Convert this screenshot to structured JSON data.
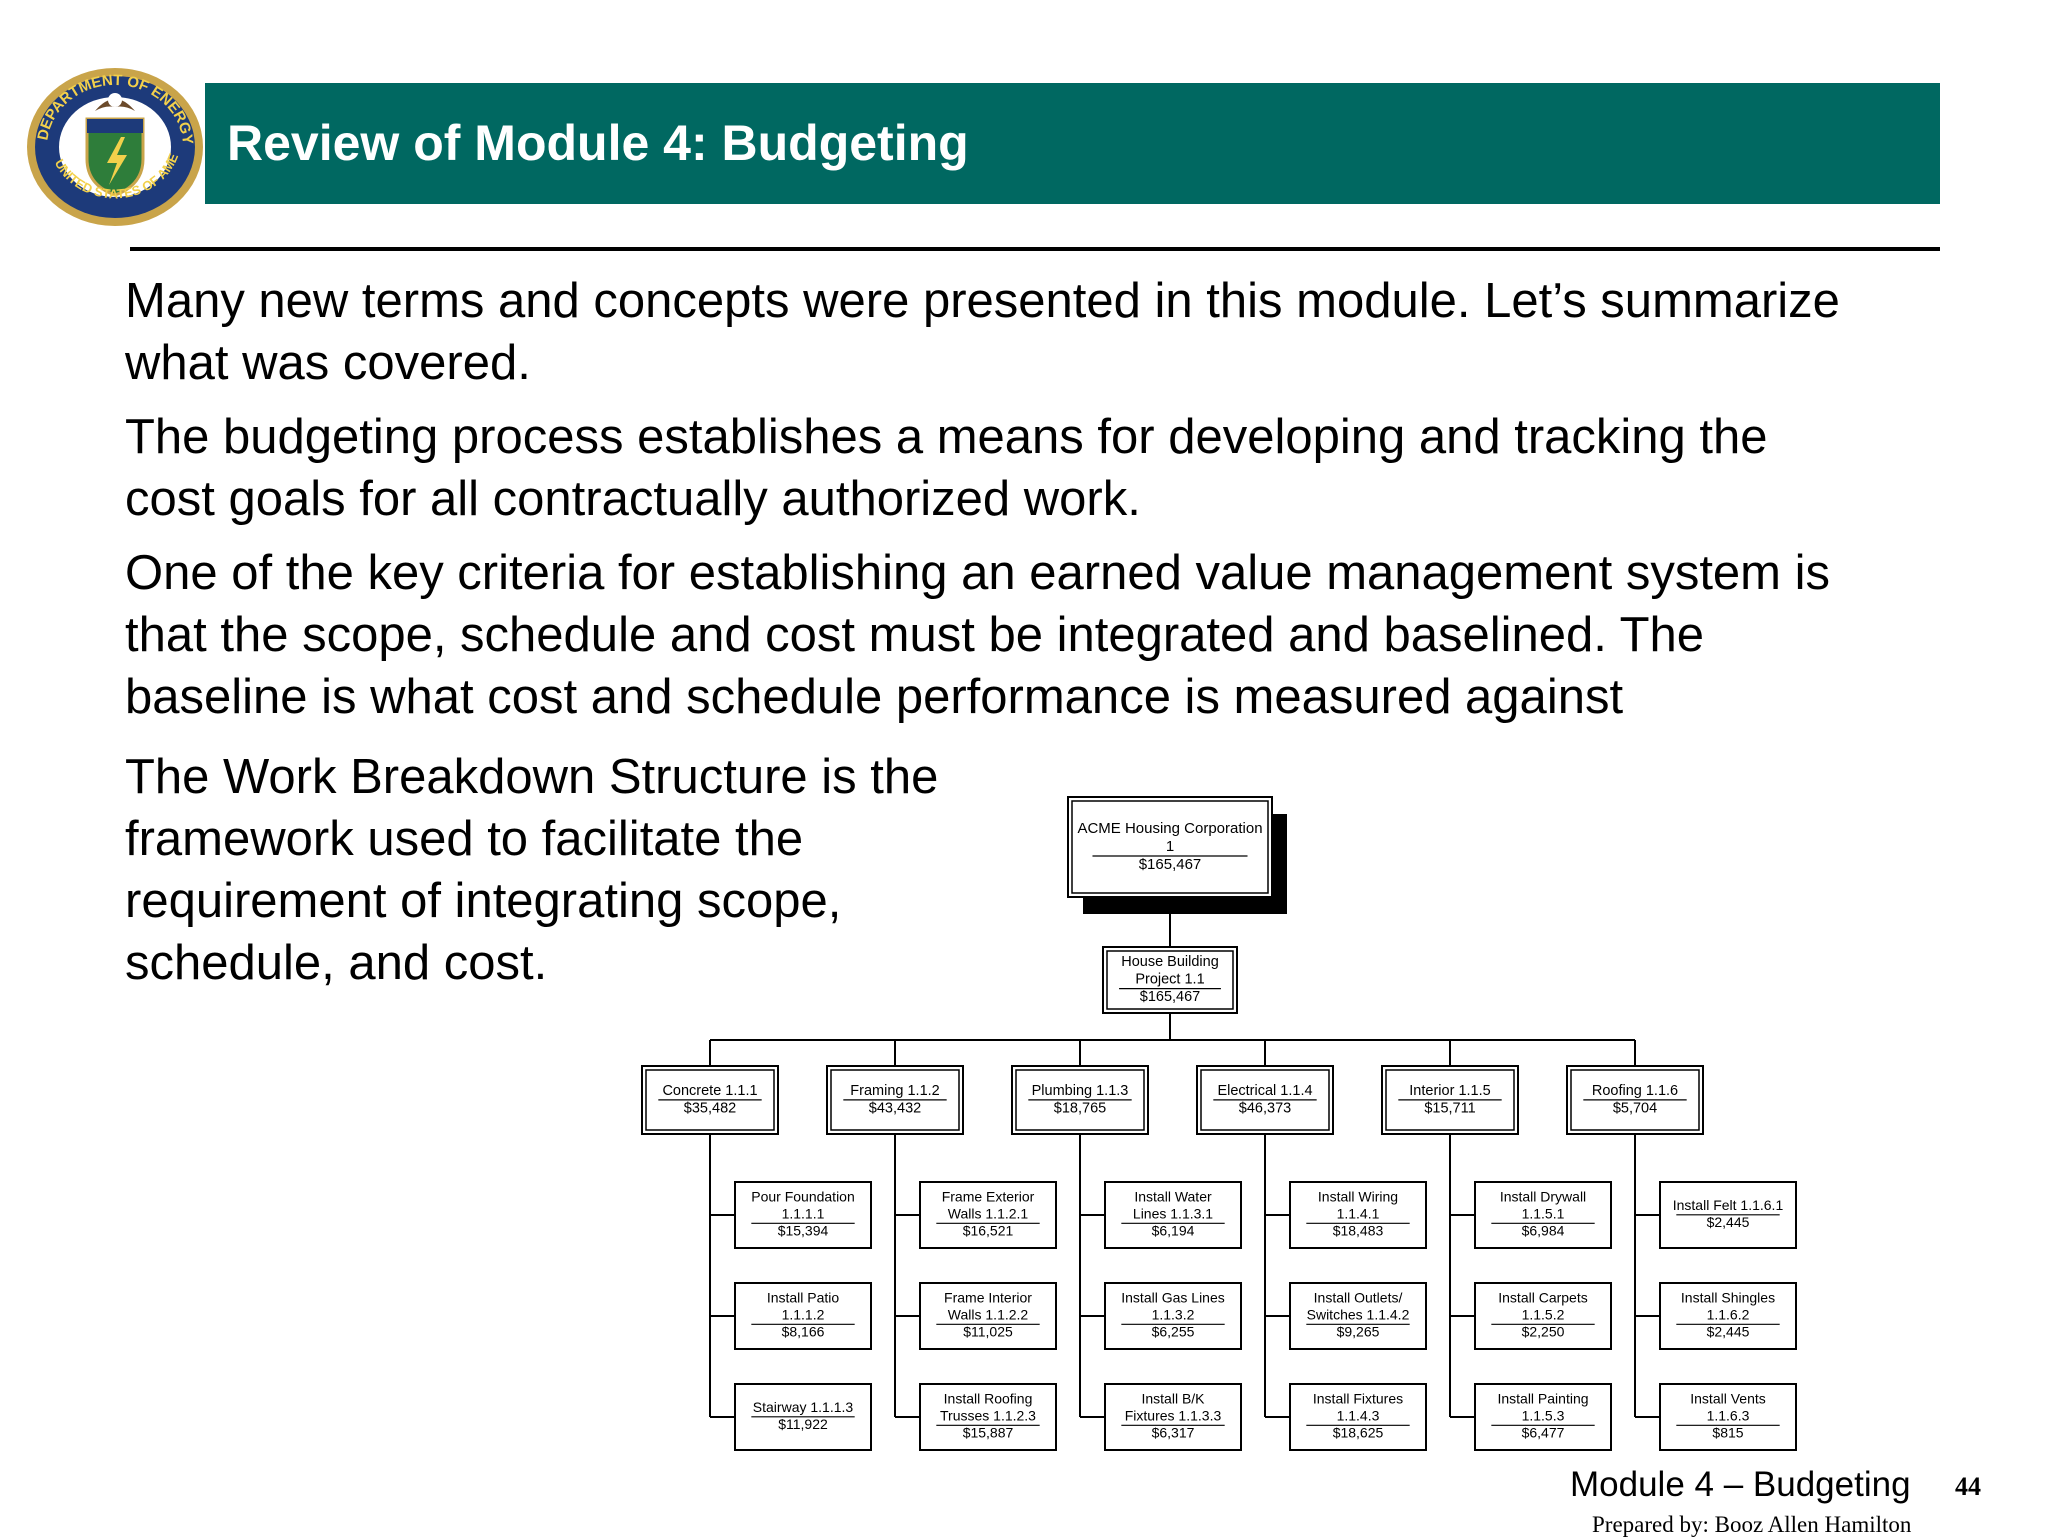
{
  "header": {
    "title": "Review of Module 4: Budgeting",
    "seal_text": "DEPARTMENT OF ENERGY · UNITED STATES OF AMERICA",
    "bar_color": "#006861"
  },
  "paragraphs": [
    {
      "lines": [
        "Many new terms and concepts were presented in this module.  Let’s summarize",
        "what was covered."
      ]
    },
    {
      "lines": [
        "The budgeting process establishes a means for developing and tracking the",
        "cost goals for all contractually authorized work."
      ]
    },
    {
      "lines": [
        "One of the key criteria for establishing an earned value management system is",
        "that the scope, schedule and cost must be integrated and baselined.  The",
        "baseline is what cost and schedule performance is measured against"
      ]
    }
  ],
  "wbs_text": [
    "The Work Breakdown Structure is the",
    "framework used to facilitate the",
    "requirement of integrating scope,",
    "schedule, and cost."
  ],
  "org_chart": {
    "root": {
      "lines": [
        "ACME Housing Corporation",
        "1"
      ],
      "cost": "$165,467"
    },
    "project": {
      "lines": [
        "House Building",
        "Project 1.1"
      ],
      "cost": "$165,467"
    },
    "categories": [
      {
        "label": "Concrete 1.1.1",
        "cost": "$35,482",
        "tasks": [
          {
            "lines": [
              "Pour Foundation",
              "1.1.1.1"
            ],
            "cost": "$15,394"
          },
          {
            "lines": [
              "Install Patio",
              "1.1.1.2"
            ],
            "cost": "$8,166"
          },
          {
            "lines": [
              "Stairway 1.1.1.3"
            ],
            "cost": "$11,922"
          }
        ]
      },
      {
        "label": "Framing 1.1.2",
        "cost": "$43,432",
        "tasks": [
          {
            "lines": [
              "Frame Exterior",
              "Walls 1.1.2.1"
            ],
            "cost": "$16,521"
          },
          {
            "lines": [
              "Frame Interior",
              "Walls 1.1.2.2"
            ],
            "cost": "$11,025"
          },
          {
            "lines": [
              "Install Roofing",
              "Trusses 1.1.2.3"
            ],
            "cost": "$15,887"
          }
        ]
      },
      {
        "label": "Plumbing 1.1.3",
        "cost": "$18,765",
        "tasks": [
          {
            "lines": [
              "Install Water",
              "Lines 1.1.3.1"
            ],
            "cost": "$6,194"
          },
          {
            "lines": [
              "Install Gas Lines",
              "1.1.3.2"
            ],
            "cost": "$6,255"
          },
          {
            "lines": [
              "Install B/K",
              "Fixtures 1.1.3.3"
            ],
            "cost": "$6,317"
          }
        ]
      },
      {
        "label": "Electrical 1.1.4",
        "cost": "$46,373",
        "tasks": [
          {
            "lines": [
              "Install Wiring",
              "1.1.4.1"
            ],
            "cost": "$18,483"
          },
          {
            "lines": [
              "Install Outlets/",
              "Switches 1.1.4.2"
            ],
            "cost": "$9,265"
          },
          {
            "lines": [
              "Install Fixtures",
              "1.1.4.3"
            ],
            "cost": "$18,625"
          }
        ]
      },
      {
        "label": "Interior 1.1.5",
        "cost": "$15,711",
        "tasks": [
          {
            "lines": [
              "Install Drywall",
              "1.1.5.1"
            ],
            "cost": "$6,984"
          },
          {
            "lines": [
              "Install Carpets",
              "1.1.5.2"
            ],
            "cost": "$2,250"
          },
          {
            "lines": [
              "Install Painting",
              "1.1.5.3"
            ],
            "cost": "$6,477"
          }
        ]
      },
      {
        "label": "Roofing 1.1.6",
        "cost": "$5,704",
        "tasks": [
          {
            "lines": [
              "Install Felt 1.1.6.1"
            ],
            "cost": "$2,445"
          },
          {
            "lines": [
              "Install Shingles",
              "1.1.6.2"
            ],
            "cost": "$2,445"
          },
          {
            "lines": [
              "Install Vents",
              "1.1.6.3"
            ],
            "cost": "$815"
          }
        ]
      }
    ]
  },
  "footer": {
    "module": "Module 4 – Budgeting",
    "page": "44",
    "prepared_by": "Prepared by: Booz Allen Hamilton"
  }
}
